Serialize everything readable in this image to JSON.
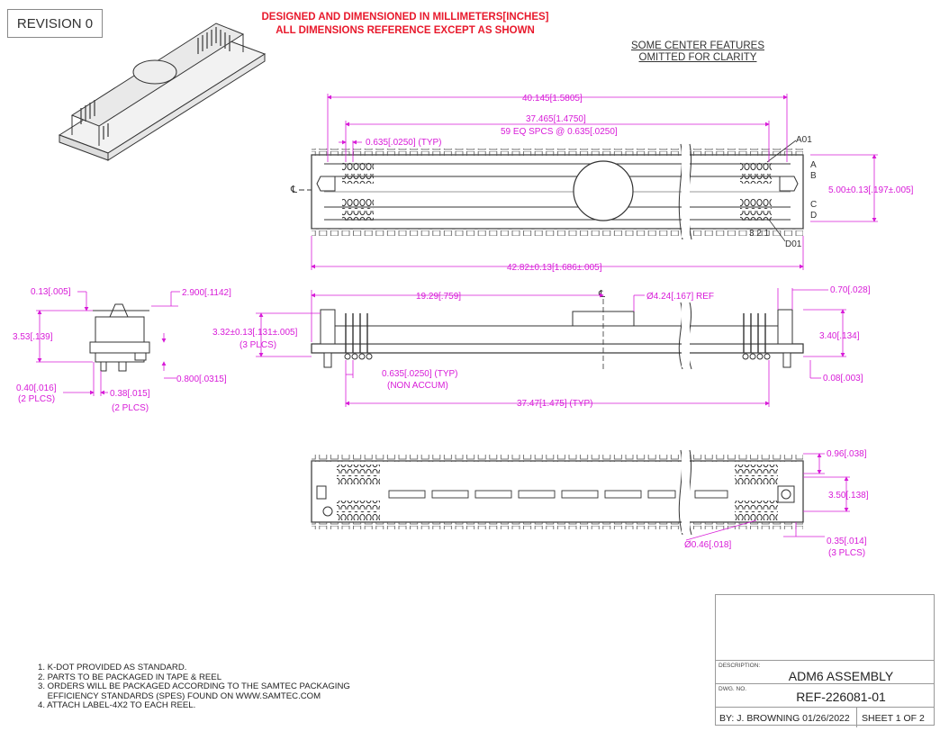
{
  "revision": "REVISION 0",
  "header": {
    "line1": "DESIGNED AND DIMENSIONED IN MILLIMETERS[INCHES]",
    "line2": "ALL DIMENSIONS REFERENCE EXCEPT AS SHOWN"
  },
  "center_note": {
    "line1": "SOME CENTER FEATURES",
    "line2": "OMITTED FOR CLARITY"
  },
  "top_view": {
    "dim_overall_outer": "40.145[1.5805]",
    "dim_pin_span": "37.465[1.4750]",
    "dim_pin_span_note": "59 EQ SPCS @ 0.635[.0250]",
    "dim_pitch": "0.635[.0250] (TYP)",
    "dim_width": "5.00±0.13[.197±.005]",
    "dim_body_length": "42.82±0.13[1.686±.005]",
    "label_a01": "A01",
    "label_d01": "D01",
    "rows": [
      "A",
      "B",
      "C",
      "D"
    ],
    "cols": "3 2 1",
    "centerline": "℄"
  },
  "end_view": {
    "dim_top": "0.13[.005]",
    "dim_cap": "2.900[.1142]",
    "dim_height": "3.53[.139]",
    "dim_post": "0.800[.0315]",
    "dim_tail_a": "0.40[.016]",
    "dim_tail_a_note": "(2 PLCS)",
    "dim_tail_b": "0.38[.015]",
    "dim_tail_b_note": "(2 PLCS)"
  },
  "side_view": {
    "dim_center": "19.29[.759]",
    "dim_cap_dia": "Ø4.24[.167] REF",
    "dim_body_h": "3.32±0.13[.131±.005]",
    "dim_body_h_note": "(3 PLCS)",
    "dim_post_w": "0.70[.028]",
    "dim_overall_h": "3.40[.134]",
    "dim_pitch": "0.635[.0250] (TYP)",
    "dim_pitch_note": "(NON ACCUM)",
    "dim_standoff": "0.08[.003]",
    "dim_span": "37.47[1.475] (TYP)",
    "centerline": "℄"
  },
  "bottom_view": {
    "dim_gap": "0.96[.038]",
    "dim_width": "3.50[.138]",
    "dim_hole": "Ø0.46[.018]",
    "dim_edge": "0.35[.014]",
    "dim_edge_note": "(3 PLCS)"
  },
  "notes": [
    "1. K-DOT PROVIDED AS STANDARD.",
    "2. PARTS TO BE PACKAGED IN TAPE & REEL",
    "3. ORDERS WILL BE PACKAGED ACCORDING TO THE SAMTEC PACKAGING",
    "    EFFICIENCY STANDARDS (SPES) FOUND ON WWW.SAMTEC.COM",
    "4. ATTACH LABEL-4X2 TO EACH REEL."
  ],
  "title_block": {
    "description_label": "DESCRIPTION:",
    "description": "ADM6 ASSEMBLY",
    "dwg_label": "DWG. NO.",
    "dwg_no": "REF-226081-01",
    "by": "BY: J. BROWNING 01/26/2022",
    "sheet": "SHEET 1 OF 2"
  },
  "colors": {
    "dimension": "#d81bd8",
    "header": "#e8192c",
    "outline": "#333333"
  }
}
